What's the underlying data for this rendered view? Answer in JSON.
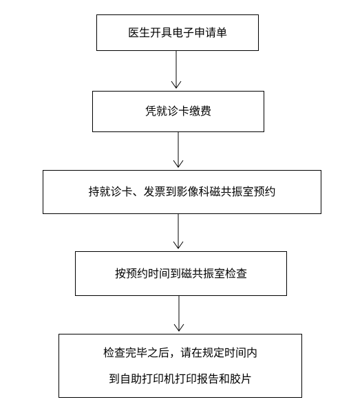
{
  "flowchart": {
    "steps": [
      {
        "text": "医生开具电子申请单"
      },
      {
        "text": "凭就诊卡缴费"
      },
      {
        "text": "持就诊卡、发票到影像科磁共振室预约"
      },
      {
        "text": "按预约时间到磁共振室检查"
      },
      {
        "line1": "检查完毕之后，请在规定时间内",
        "line2": "到自助打印机打印报告和胶片"
      }
    ]
  },
  "colors": {
    "stroke": "#000000",
    "background": "#ffffff"
  }
}
